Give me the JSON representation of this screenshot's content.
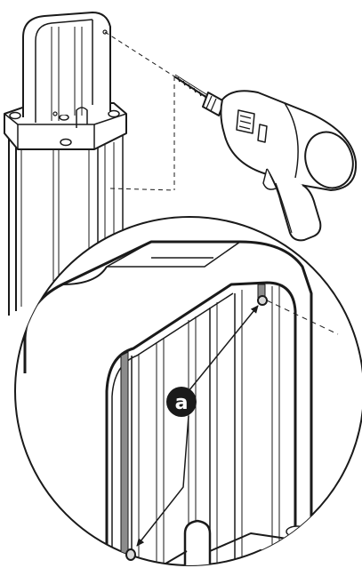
{
  "callout": {
    "label": "a",
    "badge_color": "#1a1a1a",
    "text_color": "#ffffff"
  },
  "colors": {
    "line": "#1a1a1a",
    "background": "#ffffff",
    "light_fill": "#f2f2f2",
    "mid_fill": "#d9d9d9",
    "dark_fill": "#8c8c8c"
  },
  "icons": [
    "drill-icon",
    "post-icon",
    "magnified-detail",
    "screw-hole-marker"
  ]
}
